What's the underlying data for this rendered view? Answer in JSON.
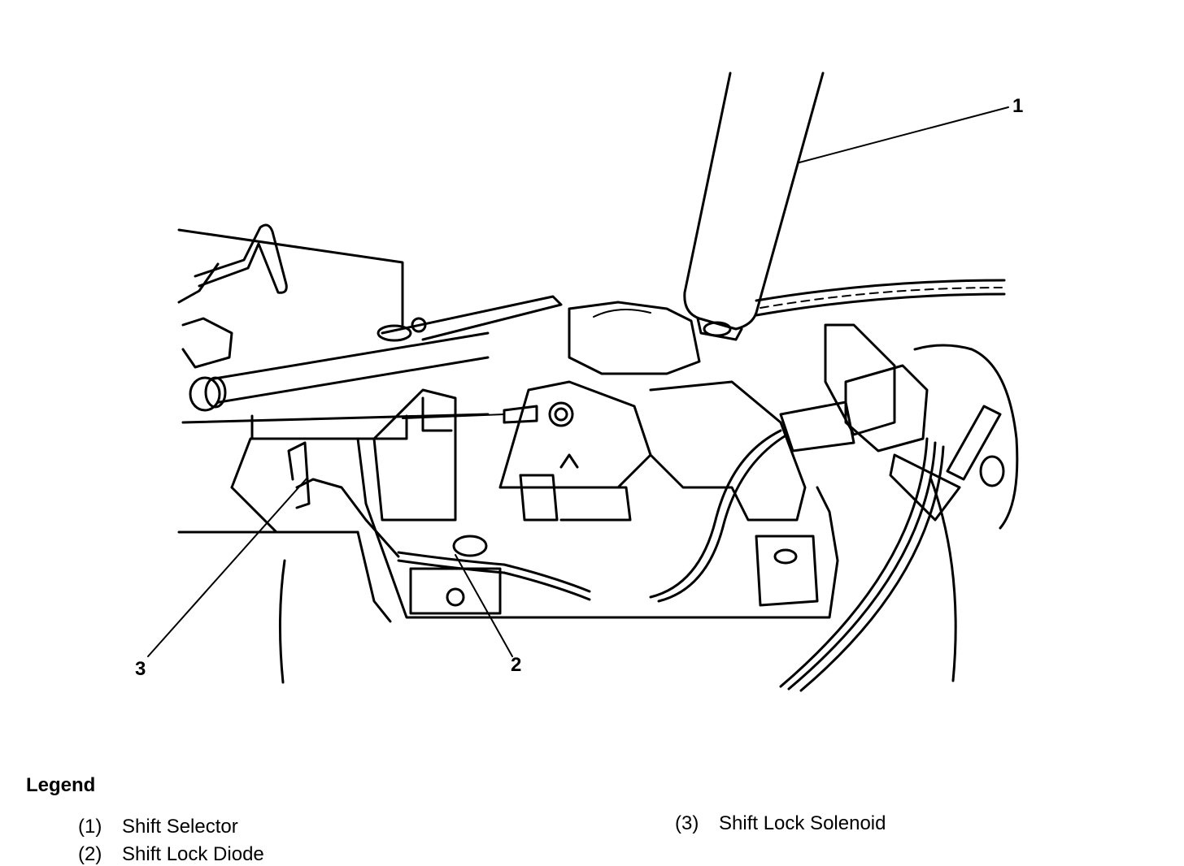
{
  "callouts": {
    "c1": "1",
    "c2": "2",
    "c3": "3"
  },
  "legend": {
    "title": "Legend",
    "items": [
      {
        "num": "(1)",
        "label": "Shift Selector"
      },
      {
        "num": "(2)",
        "label": "Shift Lock Diode"
      },
      {
        "num": "(3)",
        "label": "Shift Lock Solenoid"
      }
    ]
  }
}
